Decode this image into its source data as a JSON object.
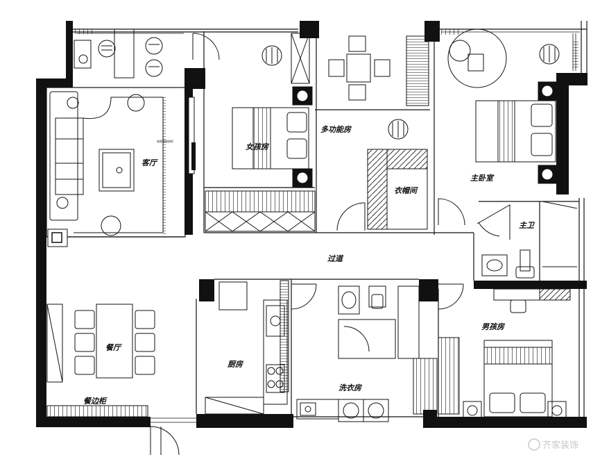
{
  "plan": {
    "rooms": {
      "living": "客厅",
      "girl_room": "女孩房",
      "multi_room": "多功能房",
      "closet": "衣帽间",
      "master_bedroom": "主卧室",
      "master_bath": "主卫",
      "corridor": "过道",
      "dining": "餐厅",
      "kitchen": "厨房",
      "laundry": "洗衣房",
      "boy_room": "男孩房",
      "sideboard": "餐边柜"
    },
    "tv_wall_note": "电视墙装饰柜",
    "watermark": "齐家装饰"
  }
}
